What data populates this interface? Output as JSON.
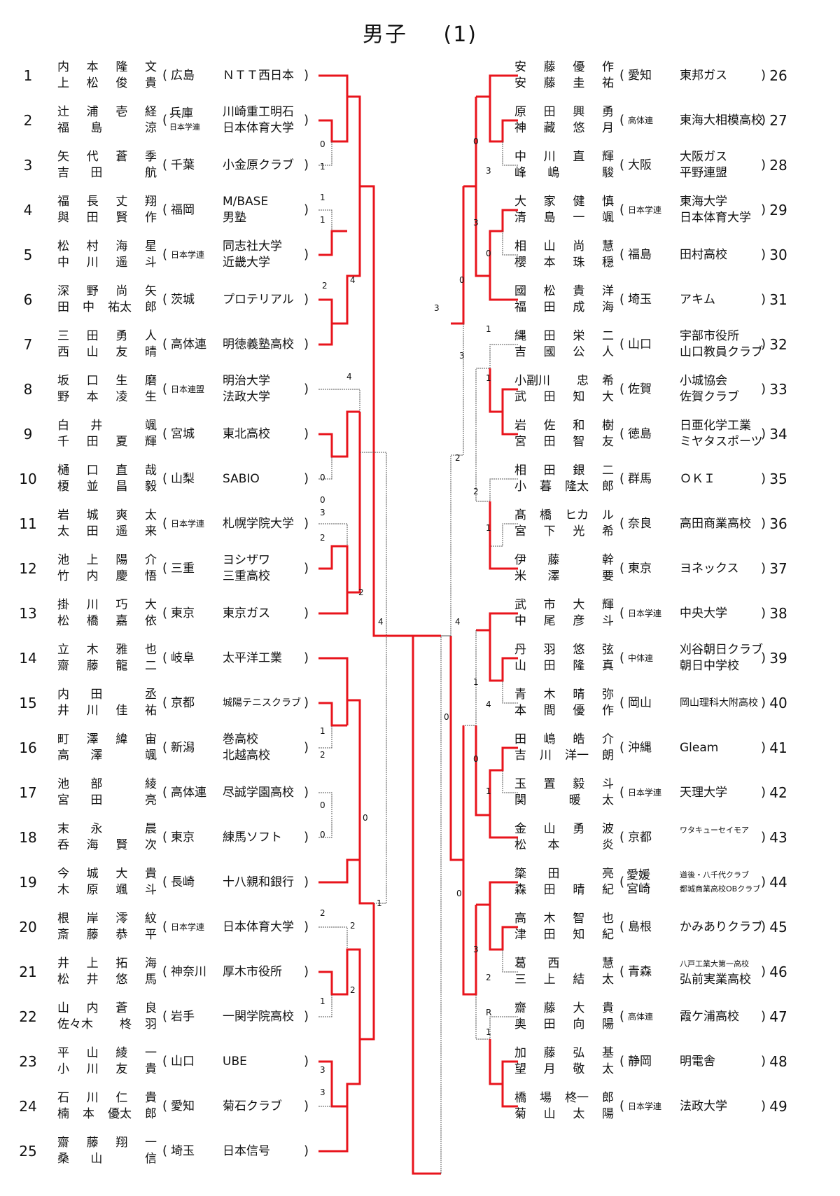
{
  "title": "男子",
  "subtitle": "(1)",
  "entries": [
    {
      "no": "1",
      "p1": [
        "内",
        "本",
        "隆",
        "文"
      ],
      "p2": [
        "上",
        "松",
        "俊",
        "貴"
      ],
      "pref": "広島",
      "team": [
        "ＮＴＴ西日本"
      ]
    },
    {
      "no": "2",
      "p1": [
        "辻",
        "浦",
        "壱",
        "経"
      ],
      "p2": [
        "福",
        "島",
        "",
        "涼"
      ],
      "pref": "兵庫",
      "pref2": "日本学連",
      "team": [
        "川崎重工明石",
        "日本体育大学"
      ]
    },
    {
      "no": "3",
      "p1": [
        "矢",
        "代",
        "蒼",
        "季"
      ],
      "p2": [
        "吉",
        "田",
        "",
        "航"
      ],
      "pref": "千葉",
      "team": [
        "小金原クラブ"
      ]
    },
    {
      "no": "4",
      "p1": [
        "福",
        "長",
        "丈",
        "翔"
      ],
      "p2": [
        "與",
        "田",
        "賢",
        "作"
      ],
      "pref": "福岡",
      "team": [
        "M/BASE",
        "男塾"
      ]
    },
    {
      "no": "5",
      "p1": [
        "松",
        "村",
        "海",
        "星"
      ],
      "p2": [
        "中",
        "川",
        "遥",
        "斗"
      ],
      "pref": "日本学連",
      "small": true,
      "team": [
        "同志社大学",
        "近畿大学"
      ]
    },
    {
      "no": "6",
      "p1": [
        "深",
        "野",
        "尚",
        "矢"
      ],
      "p2": [
        "田",
        "中",
        "祐太",
        "郎"
      ],
      "pref": "茨城",
      "team": [
        "プロテリアル"
      ]
    },
    {
      "no": "7",
      "p1": [
        "三",
        "田",
        "勇",
        "人"
      ],
      "p2": [
        "西",
        "山",
        "友",
        "晴"
      ],
      "pref": "高体連",
      "team": [
        "明徳義塾高校"
      ]
    },
    {
      "no": "8",
      "p1": [
        "坂",
        "口",
        "生",
        "磨"
      ],
      "p2": [
        "野",
        "本",
        "凌",
        "生"
      ],
      "pref": "日本連盟",
      "small": true,
      "team": [
        "明治大学",
        "法政大学"
      ]
    },
    {
      "no": "9",
      "p1": [
        "白",
        "井",
        "",
        "颯"
      ],
      "p2": [
        "千",
        "田",
        "夏",
        "輝"
      ],
      "pref": "宮城",
      "team": [
        "東北高校"
      ]
    },
    {
      "no": "10",
      "p1": [
        "樋",
        "口",
        "直",
        "哉"
      ],
      "p2": [
        "榎",
        "並",
        "昌",
        "毅"
      ],
      "pref": "山梨",
      "team": [
        "SABIO"
      ]
    },
    {
      "no": "11",
      "p1": [
        "岩",
        "城",
        "爽",
        "太"
      ],
      "p2": [
        "太",
        "田",
        "遥",
        "来"
      ],
      "pref": "日本学連",
      "small": true,
      "team": [
        "札幌学院大学"
      ]
    },
    {
      "no": "12",
      "p1": [
        "池",
        "上",
        "陽",
        "介"
      ],
      "p2": [
        "竹",
        "内",
        "慶",
        "悟"
      ],
      "pref": "三重",
      "team": [
        "ヨシザワ",
        "三重高校"
      ]
    },
    {
      "no": "13",
      "p1": [
        "掛",
        "川",
        "巧",
        "大"
      ],
      "p2": [
        "松",
        "橋",
        "嘉",
        "依"
      ],
      "pref": "東京",
      "team": [
        "東京ガス"
      ]
    },
    {
      "no": "14",
      "p1": [
        "立",
        "木",
        "雅",
        "也"
      ],
      "p2": [
        "齋",
        "藤",
        "龍",
        "二"
      ],
      "pref": "岐阜",
      "team": [
        "太平洋工業"
      ]
    },
    {
      "no": "15",
      "p1": [
        "内",
        "田",
        "",
        "丞"
      ],
      "p2": [
        "井",
        "川",
        "佳",
        "祐"
      ],
      "pref": "京都",
      "team": [
        "城陽テニスクラブ"
      ],
      "teamSm": true
    },
    {
      "no": "16",
      "p1": [
        "町",
        "澤",
        "緯",
        "宙"
      ],
      "p2": [
        "高",
        "澤",
        "",
        "颯"
      ],
      "pref": "新潟",
      "team": [
        "巻高校",
        "北越高校"
      ]
    },
    {
      "no": "17",
      "p1": [
        "池",
        "部",
        "",
        "綾"
      ],
      "p2": [
        "宮",
        "田",
        "",
        "亮"
      ],
      "pref": "高体連",
      "team": [
        "尽誠学園高校"
      ]
    },
    {
      "no": "18",
      "p1": [
        "末",
        "永",
        "",
        "晨"
      ],
      "p2": [
        "呑",
        "海",
        "賢",
        "次"
      ],
      "pref": "東京",
      "team": [
        "練馬ソフト"
      ]
    },
    {
      "no": "19",
      "p1": [
        "今",
        "城",
        "大",
        "貴"
      ],
      "p2": [
        "木",
        "原",
        "颯",
        "斗"
      ],
      "pref": "長崎",
      "team": [
        "十八親和銀行"
      ]
    },
    {
      "no": "20",
      "p1": [
        "根",
        "岸",
        "澪",
        "紋"
      ],
      "p2": [
        "斎",
        "藤",
        "恭",
        "平"
      ],
      "pref": "日本学連",
      "small": true,
      "team": [
        "日本体育大学"
      ]
    },
    {
      "no": "21",
      "p1": [
        "井",
        "上",
        "拓",
        "海"
      ],
      "p2": [
        "松",
        "井",
        "悠",
        "馬"
      ],
      "pref": "神奈川",
      "team": [
        "厚木市役所"
      ]
    },
    {
      "no": "22",
      "p1": [
        "山",
        "内",
        "蒼",
        "良"
      ],
      "p2": [
        "佐々木",
        "",
        "柊",
        "羽"
      ],
      "pref": "岩手",
      "team": [
        "一関学院高校"
      ]
    },
    {
      "no": "23",
      "p1": [
        "平",
        "山",
        "綾",
        "一"
      ],
      "p2": [
        "小",
        "川",
        "友",
        "貴"
      ],
      "pref": "山口",
      "team": [
        "UBE"
      ]
    },
    {
      "no": "24",
      "p1": [
        "石",
        "川",
        "仁",
        "貴"
      ],
      "p2": [
        "楠",
        "本",
        "優太",
        "郎"
      ],
      "pref": "愛知",
      "team": [
        "菊石クラブ"
      ]
    },
    {
      "no": "25",
      "p1": [
        "齋",
        "藤",
        "翔",
        "一"
      ],
      "p2": [
        "桑",
        "山",
        "",
        "信"
      ],
      "pref": "埼玉",
      "team": [
        "日本信号"
      ]
    },
    {
      "no": "26",
      "p1": [
        "安",
        "藤",
        "優",
        "作"
      ],
      "p2": [
        "安",
        "藤",
        "圭",
        "祐"
      ],
      "pref": "愛知",
      "team": [
        "東邦ガス"
      ]
    },
    {
      "no": "27",
      "p1": [
        "原",
        "田",
        "興",
        "勇"
      ],
      "p2": [
        "神",
        "藏",
        "悠",
        "月"
      ],
      "pref": "高体連",
      "small": true,
      "team": [
        "東海大相模高校"
      ]
    },
    {
      "no": "28",
      "p1": [
        "中",
        "川",
        "直",
        "輝"
      ],
      "p2": [
        "峰",
        "嶋",
        "",
        "駿"
      ],
      "pref": "大阪",
      "team": [
        "大阪ガス",
        "平野連盟"
      ]
    },
    {
      "no": "29",
      "p1": [
        "大",
        "家",
        "健",
        "慎"
      ],
      "p2": [
        "清",
        "島",
        "一",
        "颯"
      ],
      "pref": "日本学連",
      "small": true,
      "team": [
        "東海大学",
        "日本体育大学"
      ]
    },
    {
      "no": "30",
      "p1": [
        "相",
        "山",
        "尚",
        "慧"
      ],
      "p2": [
        "櫻",
        "本",
        "珠",
        "穏"
      ],
      "pref": "福島",
      "team": [
        "田村高校"
      ]
    },
    {
      "no": "31",
      "p1": [
        "國",
        "松",
        "貴",
        "洋"
      ],
      "p2": [
        "福",
        "田",
        "成",
        "海"
      ],
      "pref": "埼玉",
      "team": [
        "アキム"
      ]
    },
    {
      "no": "32",
      "p1": [
        "縄",
        "田",
        "栄",
        "二"
      ],
      "p2": [
        "吉",
        "國",
        "公",
        "人"
      ],
      "pref": "山口",
      "team": [
        "宇部市役所",
        "山口教員クラブ"
      ]
    },
    {
      "no": "33",
      "p1": [
        "小副川",
        "",
        "忠",
        "希"
      ],
      "p2": [
        "武",
        "田",
        "知",
        "大"
      ],
      "pref": "佐賀",
      "team": [
        "小城協会",
        "佐賀クラブ"
      ]
    },
    {
      "no": "34",
      "p1": [
        "岩",
        "佐",
        "和",
        "樹"
      ],
      "p2": [
        "宮",
        "田",
        "智",
        "友"
      ],
      "pref": "徳島",
      "team": [
        "日亜化学工業",
        "ミヤタスポーツ"
      ]
    },
    {
      "no": "35",
      "p1": [
        "相",
        "田",
        "銀",
        "二"
      ],
      "p2": [
        "小",
        "暮",
        "隆太",
        "郎"
      ],
      "pref": "群馬",
      "team": [
        "ＯＫＩ"
      ]
    },
    {
      "no": "36",
      "p1": [
        "髙",
        "橋",
        "ヒカ",
        "ル"
      ],
      "p2": [
        "宮",
        "下",
        "光",
        "希"
      ],
      "pref": "奈良",
      "team": [
        "高田商業高校"
      ]
    },
    {
      "no": "37",
      "p1": [
        "伊",
        "藤",
        "",
        "幹"
      ],
      "p2": [
        "米",
        "澤",
        "",
        "要"
      ],
      "pref": "東京",
      "team": [
        "ヨネックス"
      ]
    },
    {
      "no": "38",
      "p1": [
        "武",
        "市",
        "大",
        "輝"
      ],
      "p2": [
        "中",
        "尾",
        "彦",
        "斗"
      ],
      "pref": "日本学連",
      "small": true,
      "team": [
        "中央大学"
      ]
    },
    {
      "no": "39",
      "p1": [
        "丹",
        "羽",
        "悠",
        "弦"
      ],
      "p2": [
        "山",
        "田",
        "隆",
        "真"
      ],
      "pref": "中体連",
      "small": true,
      "team": [
        "刈谷朝日クラブ",
        "朝日中学校"
      ]
    },
    {
      "no": "40",
      "p1": [
        "青",
        "木",
        "晴",
        "弥"
      ],
      "p2": [
        "本",
        "間",
        "優",
        "作"
      ],
      "pref": "岡山",
      "team": [
        "岡山理科大附高校"
      ],
      "teamSm": true
    },
    {
      "no": "41",
      "p1": [
        "田",
        "嶋",
        "皓",
        "介"
      ],
      "p2": [
        "吉",
        "川",
        "洋一",
        "朗"
      ],
      "pref": "沖縄",
      "team": [
        "Gleam"
      ]
    },
    {
      "no": "42",
      "p1": [
        "玉",
        "置",
        "毅",
        "斗"
      ],
      "p2": [
        "関",
        "",
        "暖",
        "太"
      ],
      "pref": "日本学連",
      "small": true,
      "team": [
        "天理大学"
      ]
    },
    {
      "no": "43",
      "p1": [
        "金",
        "山",
        "勇",
        "波"
      ],
      "p2": [
        "松",
        "本",
        "",
        "炎"
      ],
      "pref": "京都",
      "team": [
        "ワタキューセイモア"
      ],
      "teamXs": true
    },
    {
      "no": "44",
      "p1": [
        "簗",
        "田",
        "",
        "亮"
      ],
      "p2": [
        "森",
        "田",
        "晴",
        "紀"
      ],
      "pref": "愛媛",
      "pref2b": "宮崎",
      "team": [
        "道後・八千代クラブ",
        "都城商業高校OBクラブ"
      ],
      "teamXs": true
    },
    {
      "no": "45",
      "p1": [
        "高",
        "木",
        "智",
        "也"
      ],
      "p2": [
        "津",
        "田",
        "知",
        "紀"
      ],
      "pref": "島根",
      "team": [
        "かみありクラブ"
      ]
    },
    {
      "no": "46",
      "p1": [
        "葛",
        "西",
        "",
        "慧"
      ],
      "p2": [
        "三",
        "上",
        "結",
        "太"
      ],
      "pref": "青森",
      "team": [
        "八戸工業大第一高校",
        "弘前実業高校"
      ],
      "team1Xs": true
    },
    {
      "no": "47",
      "p1": [
        "齋",
        "藤",
        "大",
        "貴"
      ],
      "p2": [
        "奥",
        "田",
        "向",
        "陽"
      ],
      "pref": "高体連",
      "small": true,
      "team": [
        "霞ケ浦高校"
      ]
    },
    {
      "no": "48",
      "p1": [
        "加",
        "藤",
        "弘",
        "基"
      ],
      "p2": [
        "望",
        "月",
        "敬",
        "太"
      ],
      "pref": "静岡",
      "team": [
        "明電舎"
      ]
    },
    {
      "no": "49",
      "p1": [
        "橋",
        "場",
        "柊一",
        "郎"
      ],
      "p2": [
        "菊",
        "山",
        "太",
        "陽"
      ],
      "pref": "日本学連",
      "small": true,
      "team": [
        "法政大学"
      ]
    }
  ],
  "scores": {
    "left": [
      "0",
      "1",
      "1",
      "1",
      "2",
      "4",
      "4",
      "0",
      "0",
      "3",
      "2",
      "2",
      "4",
      "1",
      "2",
      "0",
      "0",
      "0",
      "2",
      "2",
      "1",
      "2",
      "3",
      "3",
      "1"
    ],
    "right": [
      "0",
      "3",
      "3",
      "0",
      "0",
      "3",
      "1",
      "3",
      "1",
      "2",
      "2",
      "1",
      "4",
      "1",
      "4",
      "0",
      "0",
      "1",
      "0",
      "3",
      "2",
      "R",
      "1"
    ]
  },
  "colors": {
    "win": "#e8141c",
    "lose": "#555555"
  }
}
